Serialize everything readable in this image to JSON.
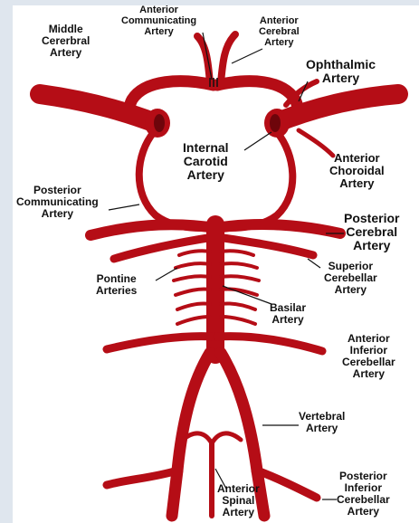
{
  "colors": {
    "artery": "#b50d16",
    "artery_dark": "#6e050b",
    "leader": "#111111",
    "background": "#dfe6ee",
    "canvas": "#ffffff"
  },
  "labels": {
    "middle_cerebral": [
      "Middle",
      "Cererbral",
      "Artery"
    ],
    "anterior_communicating": [
      "Anterior",
      "Communicating",
      "Artery"
    ],
    "anterior_cerebral": [
      "Anterior",
      "Cerebral",
      "Artery"
    ],
    "ophthalmic": [
      "Ophthalmic",
      "Artery"
    ],
    "internal_carotid": [
      "Internal",
      "Carotid",
      "Artery"
    ],
    "anterior_choroidal": [
      "Anterior",
      "Choroidal",
      "Artery"
    ],
    "posterior_communicating": [
      "Posterior",
      "Communicating",
      "Artery"
    ],
    "posterior_cerebral": [
      "Posterior",
      "Cerebral",
      "Artery"
    ],
    "pontine": [
      "Pontine",
      "Arteries"
    ],
    "superior_cerebellar": [
      "Superior",
      "Cerebellar",
      "Artery"
    ],
    "basilar": [
      "Basilar",
      "Artery"
    ],
    "anterior_inferior_cerebellar": [
      "Anterior",
      "Inferior",
      "Cerebellar",
      "Artery"
    ],
    "vertebral": [
      "Vertebral",
      "Artery"
    ],
    "anterior_spinal": [
      "Anterior",
      "Spinal",
      "Artery"
    ],
    "posterior_inferior_cerebellar": [
      "Posterior",
      "Inferior",
      "Cerebellar",
      "Artery"
    ]
  }
}
